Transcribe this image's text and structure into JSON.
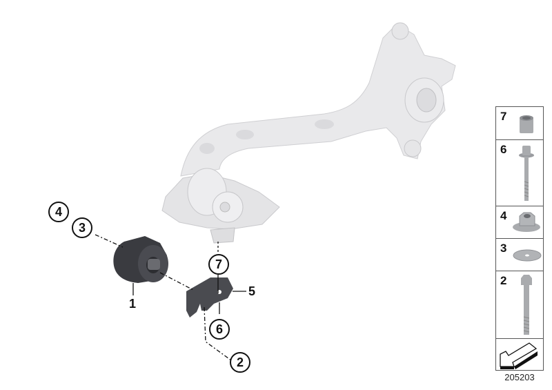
{
  "diagram": {
    "type": "exploded parts diagram",
    "subject": "rear trailing arm with bushing and bracket",
    "callouts": [
      {
        "id": "callout-4",
        "label": "4",
        "style": "circle"
      },
      {
        "id": "callout-3",
        "label": "3",
        "style": "circle"
      },
      {
        "id": "callout-1",
        "label": "1",
        "style": "plain"
      },
      {
        "id": "callout-7",
        "label": "7",
        "style": "circle"
      },
      {
        "id": "callout-5",
        "label": "5",
        "style": "plain"
      },
      {
        "id": "callout-6",
        "label": "6",
        "style": "circle"
      },
      {
        "id": "callout-2",
        "label": "2",
        "style": "circle"
      }
    ]
  },
  "hardware_panel": {
    "items": [
      {
        "label": "7",
        "part": "sleeve"
      },
      {
        "label": "6",
        "part": "flange bolt"
      },
      {
        "label": "4",
        "part": "flange nut"
      },
      {
        "label": "3",
        "part": "washer"
      },
      {
        "label": "2",
        "part": "hex bolt"
      },
      {
        "label": "",
        "part": "direction arrow"
      }
    ]
  },
  "part_number": "205203",
  "colors": {
    "arm": "#e6e6e8",
    "arm_shadow": "#c9c9cc",
    "bushing": "#3a3b40",
    "bracket": "#4a4b50",
    "hardware": "#a9abae",
    "line": "#111111"
  }
}
